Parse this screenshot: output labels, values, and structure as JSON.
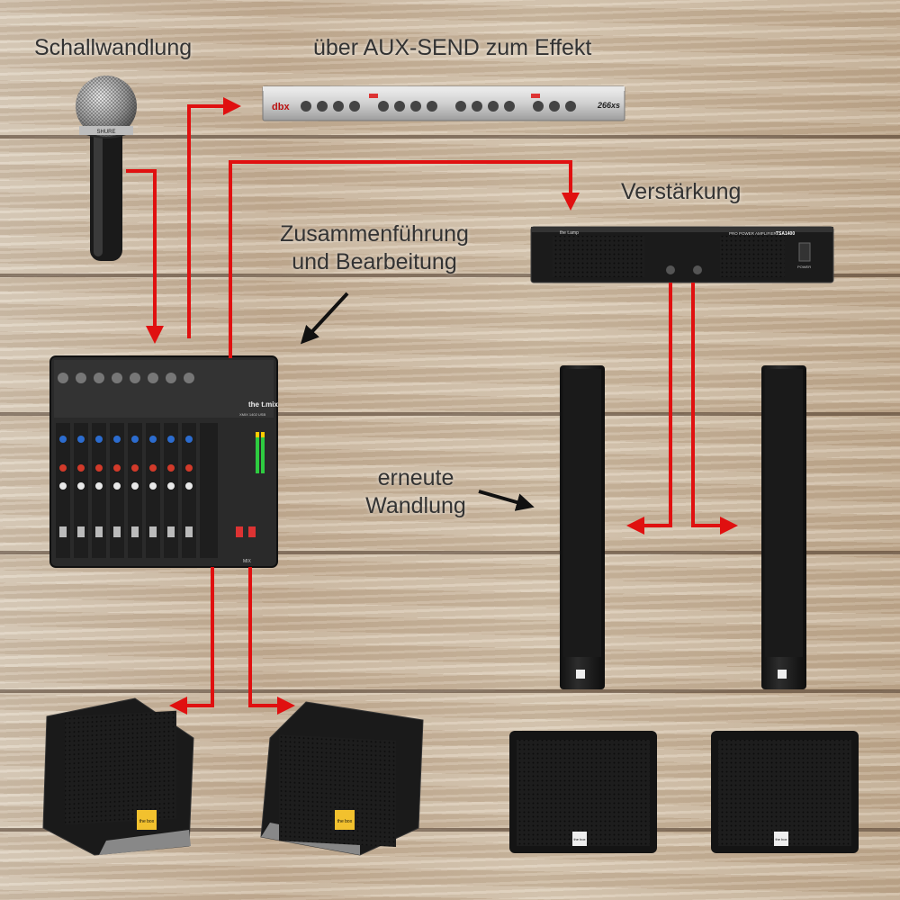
{
  "labels": {
    "transduction": "Schallwandlung",
    "aux_send": "über AUX-SEND zum Effekt",
    "amplification": "Verstärkung",
    "mixing_line1": "Zusammenführung",
    "mixing_line2": "und Bearbeitung",
    "retransduction_line1": "erneute",
    "retransduction_line2": "Wandlung"
  },
  "device_text": {
    "effect_brand": "dbx",
    "effect_model": "266xs",
    "amp_brand": "the t.amp",
    "amp_model": "TSA1400",
    "amp_subtitle": "PRO POWER AMPLIFIER",
    "amp_power": "POWER",
    "mixer_brand": "the t.mix",
    "mixer_model": "XMIX 1402 USB",
    "mixer_fader_label": "MIX",
    "mic_brand": "SHURE",
    "speaker_badge": "the box"
  },
  "colors": {
    "signal_line": "#e01010",
    "label_arrow": "#111111",
    "text": "#333333"
  }
}
